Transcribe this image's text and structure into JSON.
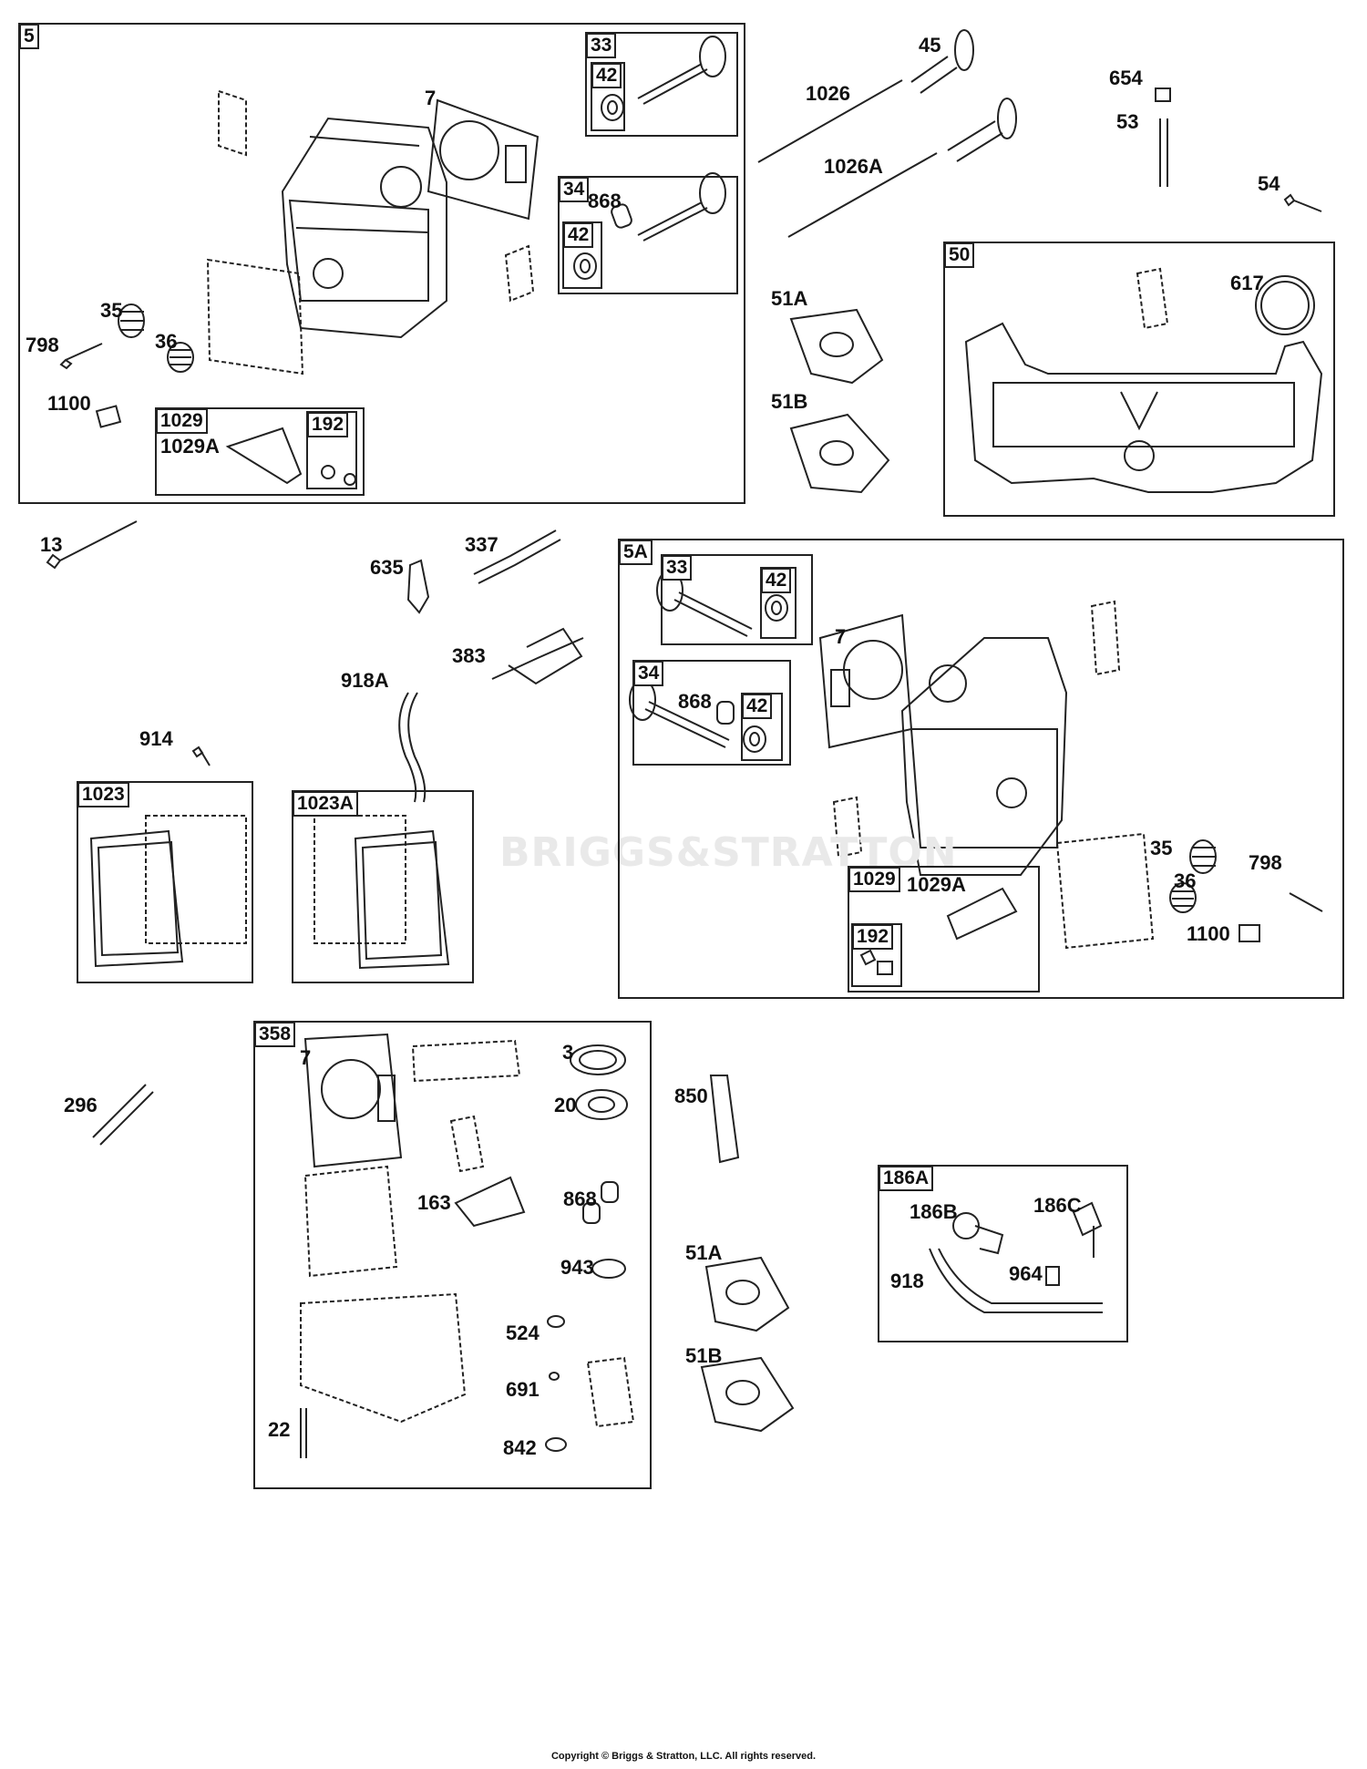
{
  "watermark": "BRIGGS&STRATTON",
  "copyright": "Copyright © Briggs & Stratton, LLC. All rights reserved.",
  "boxes": {
    "b5": "5",
    "b33": "33",
    "b42a": "42",
    "b34": "34",
    "b42b": "42",
    "b1029": "1029",
    "b192": "192",
    "b50": "50",
    "b1023": "1023",
    "b1023A": "1023A",
    "b5A": "5A",
    "b33A": "33",
    "b42c": "42",
    "b34A": "34",
    "b42d": "42",
    "b1029A": "1029",
    "b192A": "192",
    "b358": "358",
    "b186A": "186A"
  },
  "labels": {
    "l7": "7",
    "l868": "868",
    "l35": "35",
    "l798": "798",
    "l36": "36",
    "l1100": "1100",
    "l1029A": "1029A",
    "l45": "45",
    "l1026": "1026",
    "l1026A": "1026A",
    "l654": "654",
    "l53": "53",
    "l54": "54",
    "l51A": "51A",
    "l51B": "51B",
    "l617": "617",
    "l13": "13",
    "l337": "337",
    "l635": "635",
    "l383": "383",
    "l918A": "918A",
    "l914": "914",
    "l7b": "7",
    "l868b": "868",
    "l35b": "35",
    "l36b": "36",
    "l798b": "798",
    "l1100b": "1100",
    "l1029Ab": "1029A",
    "l296": "296",
    "l7c": "7",
    "l3": "3",
    "l20": "20",
    "l163": "163",
    "l868c": "868",
    "l943": "943",
    "l524": "524",
    "l691": "691",
    "l842": "842",
    "l22": "22",
    "l850": "850",
    "l51Ab": "51A",
    "l51Bb": "51B",
    "l186B": "186B",
    "l186C": "186C",
    "l918": "918",
    "l964": "964"
  }
}
